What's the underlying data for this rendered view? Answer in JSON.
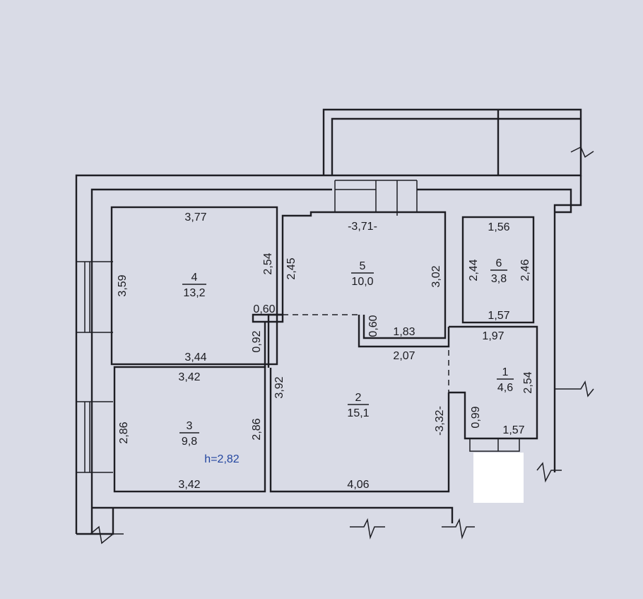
{
  "rooms": [
    {
      "number": "1",
      "area": "4,6"
    },
    {
      "number": "2",
      "area": "15,1"
    },
    {
      "number": "3",
      "area": "9,8"
    },
    {
      "number": "4",
      "area": "13,2"
    },
    {
      "number": "5",
      "area": "10,0"
    },
    {
      "number": "6",
      "area": "3,8"
    }
  ],
  "dimensions": {
    "r4_top": "3,77",
    "r4_left": "3,59",
    "r4_right": "2,54",
    "r4_bottom": "3,44",
    "r4_step": "0,60",
    "door_092": "0,92",
    "r3_top": "3,42",
    "r3_left": "2,86",
    "r3_right": "2,86",
    "r3_bottom": "3,42",
    "r5_top": "-3,71-",
    "r5_left": "2,45",
    "r5_right": "3,02",
    "r5_step": "0,60",
    "r5_bottom": "1,83",
    "r2_top": "2,07",
    "r2_left": "3,92",
    "r2_right": "-3,32-",
    "r2_bottom": "4,06",
    "r6_top": "1,56",
    "r6_left": "2,44",
    "r6_right": "2,46",
    "r6_bottom": "1,57",
    "r1_top": "1,97",
    "r1_right": "2,54",
    "r1_left": "0,99",
    "r1_bottom": "1,57"
  },
  "ceiling_height": "h=2,82"
}
